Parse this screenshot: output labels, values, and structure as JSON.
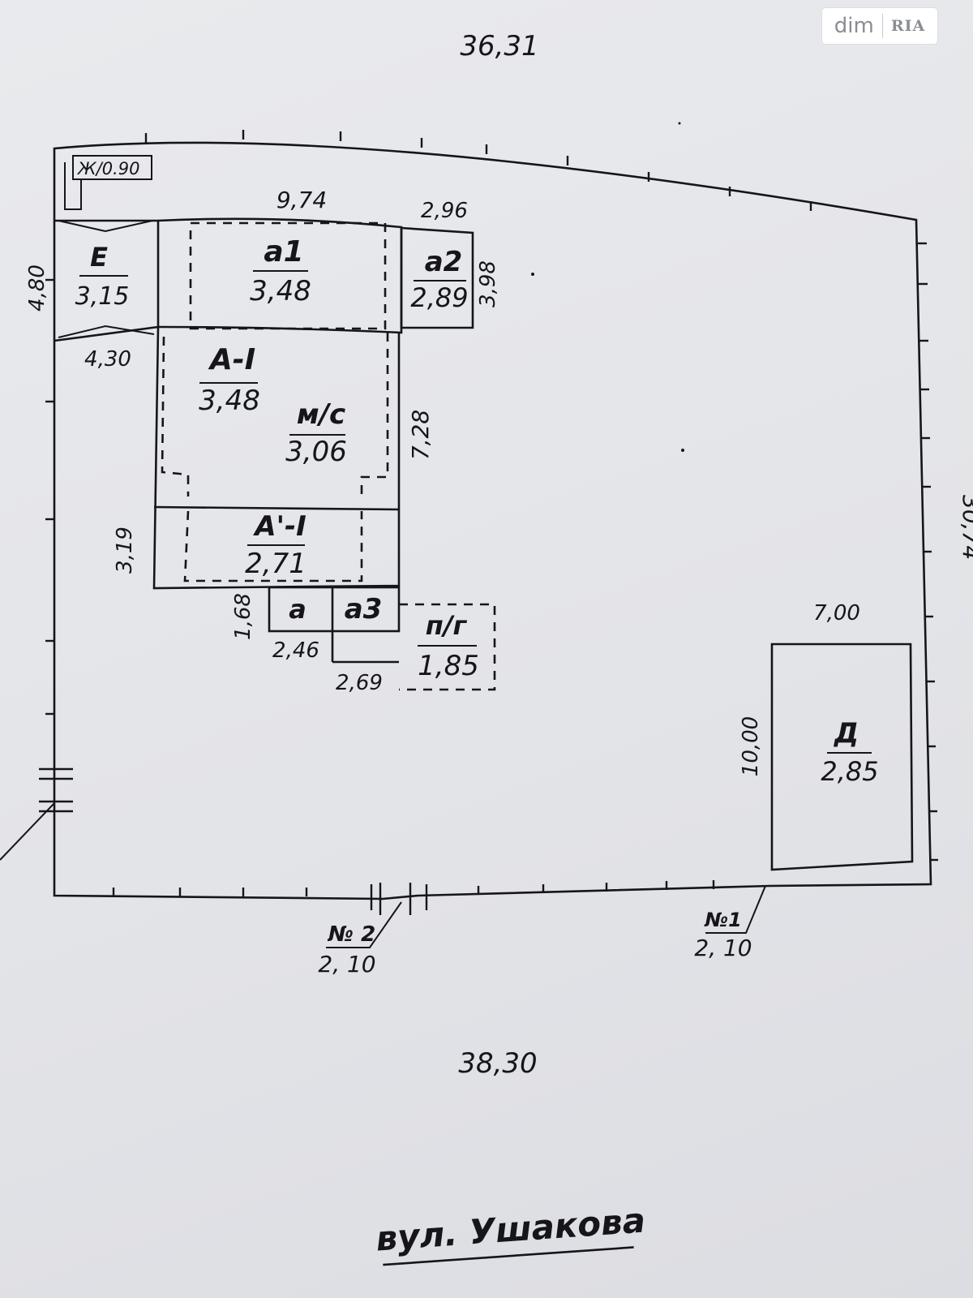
{
  "watermark": {
    "brand": "dim",
    "brand2": "RIA"
  },
  "site": {
    "top_length": "36,31",
    "bottom_length": "38,30",
    "right_length": "30,74",
    "street": "вул. Ушакова"
  },
  "gate_marker": "Ж/0.90",
  "buildings": {
    "E": {
      "name": "Е",
      "height": "3,15",
      "depth": "4,80",
      "width": "4,30"
    },
    "a1": {
      "name": "а1",
      "height": "3,48"
    },
    "a2": {
      "name": "а2",
      "height": "2,89",
      "width": "2,96",
      "depth": "3,98"
    },
    "A1": {
      "name": "А-І",
      "height": "3,48"
    },
    "ms": {
      "name": "м/с",
      "height": "3,06"
    },
    "A1p": {
      "name": "А'-І",
      "height": "2,71"
    },
    "a": {
      "name": "а"
    },
    "a3": {
      "name": "а3"
    },
    "pg": {
      "name": "п/г",
      "height": "1,85"
    },
    "D": {
      "name": "Д",
      "height": "2,85",
      "width": "7,00",
      "depth": "10,00"
    }
  },
  "dims": {
    "main_width": "9,74",
    "main_depth": "7,28",
    "left_depth": "3,19",
    "small_depth": "1,68",
    "small_width": "2,46",
    "pg_offset": "2,69"
  },
  "gates": [
    {
      "name": "№ 2",
      "height": "2, 10"
    },
    {
      "name": "№1",
      "height": "2, 10"
    }
  ]
}
